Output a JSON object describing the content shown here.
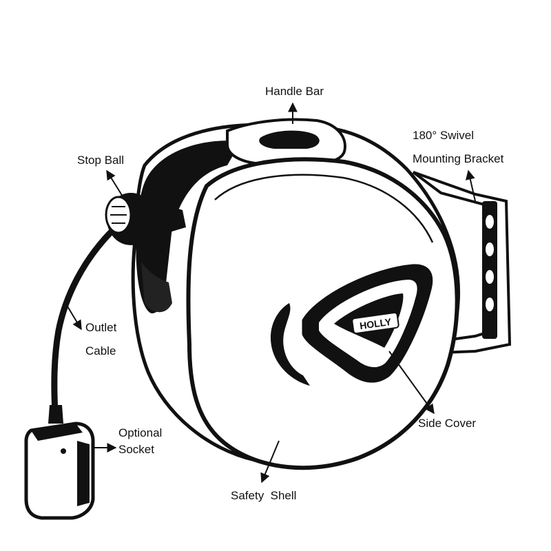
{
  "labels": {
    "handle_bar": "Handle Bar",
    "swivel_line1": "180° Swivel",
    "swivel_line2": "Mounting Bracket",
    "stop_ball": "Stop Ball",
    "outlet_line1": "Outlet",
    "outlet_line2": "Cable",
    "optional_line1": "Optional",
    "optional_line2": "Socket",
    "side_cover": "Side Cover",
    "safety_shell": "Safety  Shell"
  },
  "logo_text": "HOLLY",
  "colors": {
    "ink": "#111111",
    "paper": "#ffffff"
  }
}
